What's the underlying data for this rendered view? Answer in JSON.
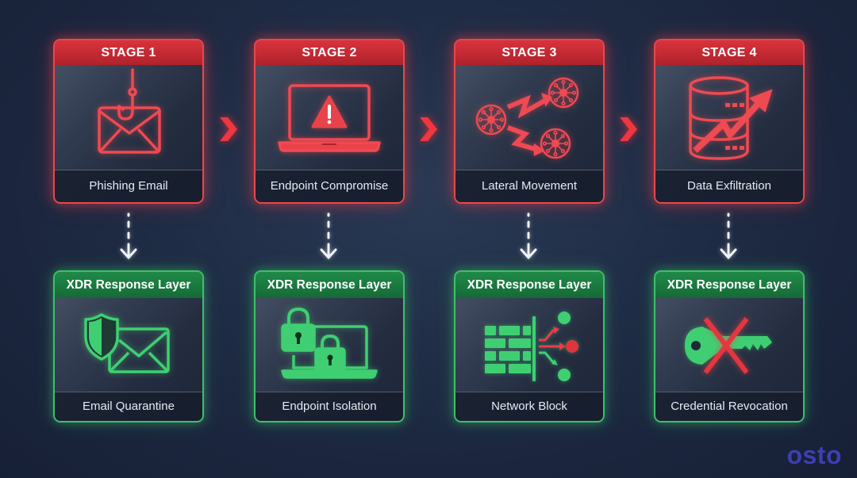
{
  "stages": [
    {
      "header": "STAGE 1",
      "label": "Phishing Email",
      "icon": "phishing-email-icon"
    },
    {
      "header": "STAGE 2",
      "label": "Endpoint Compromise",
      "icon": "compromised-laptop-icon"
    },
    {
      "header": "STAGE 3",
      "label": "Lateral Movement",
      "icon": "lateral-movement-icon"
    },
    {
      "header": "STAGE 4",
      "label": "Data Exfiltration",
      "icon": "database-exfiltration-icon"
    }
  ],
  "responses": [
    {
      "header": "XDR Response Layer",
      "label": "Email Quarantine",
      "icon": "shield-email-icon"
    },
    {
      "header": "XDR Response Layer",
      "label": "Endpoint Isolation",
      "icon": "locked-laptop-icon"
    },
    {
      "header": "XDR Response Layer",
      "label": "Network Block",
      "icon": "firewall-block-icon"
    },
    {
      "header": "XDR Response Layer",
      "label": "Credential Revocation",
      "icon": "revoked-key-icon"
    }
  ],
  "brand": {
    "logo_text": "osto"
  },
  "colors": {
    "attack_red": "#e5484d",
    "attack_header": "#c42a33",
    "response_green": "#3fbf6a",
    "response_header": "#1b7a40",
    "background": "#1f2c45",
    "logo": "#3d3fb0"
  }
}
